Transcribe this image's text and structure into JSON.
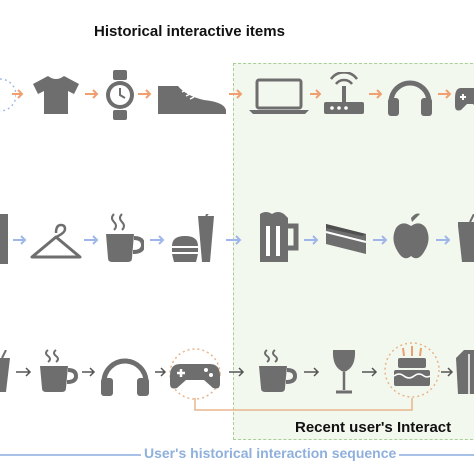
{
  "title": "Historical interactive items",
  "recent_label": "Recent user's Interact",
  "bottom_caption": "User's historical interaction sequence",
  "colors": {
    "icon": "#6e6e6e",
    "arrow_orange": "#f0a070",
    "arrow_blue": "#9fb6ea",
    "arrow_gray": "#9a9a9a",
    "recent_bg": "#f3f8ee",
    "recent_border": "#a9cf95",
    "caption": "#8fb0dc",
    "connector": "#e8b58c"
  },
  "rows": [
    {
      "arrow_style": [
        "orange",
        "orange",
        "orange",
        "orange",
        "orange",
        "orange",
        "orange"
      ],
      "items": [
        "partial-item-icon",
        "tshirt-icon",
        "wristwatch-icon",
        "shoe-icon",
        "laptop-icon",
        "router-icon",
        "headphones-icon",
        "gamepad-icon"
      ]
    },
    {
      "arrow_style": [
        "blue",
        "blue",
        "blue",
        "blue",
        "blue",
        "blue",
        "blue"
      ],
      "items": [
        "pants-icon",
        "hanger-icon",
        "coffee-cup-icon",
        "fast-food-icon",
        "beer-mug-icon",
        "cake-slice-icon",
        "apple-icon",
        "drink-cup-icon"
      ]
    },
    {
      "arrow_style": [
        "gray",
        "gray",
        "gray",
        "gray",
        "gray",
        "gray",
        "gray"
      ],
      "items": [
        "drink-cup-icon",
        "coffee-cup-icon",
        "headphones-icon",
        "gamepad-icon",
        "coffee-cup-icon",
        "wine-glass-icon",
        "birthday-cake-icon",
        "jacket-icon"
      ]
    }
  ]
}
